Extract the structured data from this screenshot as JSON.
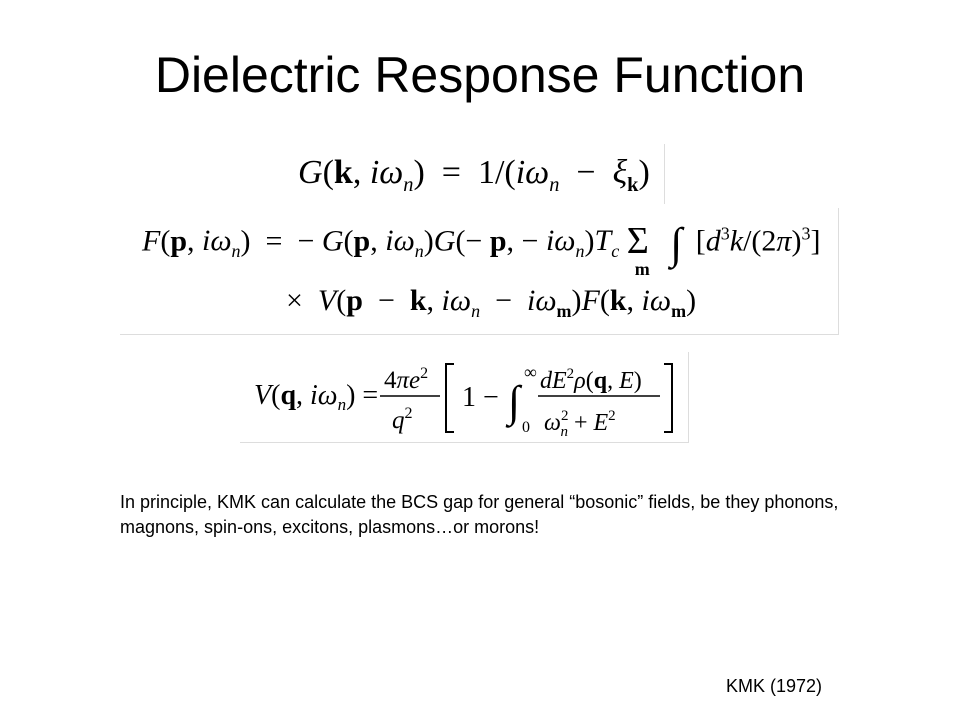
{
  "slide": {
    "title": "Dielectric Response Function",
    "body_text": "In principle, KMK can calculate the BCS gap for general “bosonic” fields, be they phonons, magnons, spin-ons, excitons, plasmons…or morons!",
    "credit": "KMK (1972)"
  },
  "equations": {
    "green_function": "G(k, iωₙ) = 1/(iωₙ − ξₖ)",
    "anomalous_line1": "F(p, iωₙ) = −G(p, iωₙ)G(−p, −iωₙ)T꜀ Σₘ ∫ [d³k/(2π)³]",
    "anomalous_line2": "× V(p − k, iωₙ − iωₘ)F(k, iωₘ)",
    "interaction": "V(q, iωₙ) = (4πe²/q²)[1 − ∫₀^∞ dE² ρ(q, E)/(ωₙ² + E²)]"
  }
}
